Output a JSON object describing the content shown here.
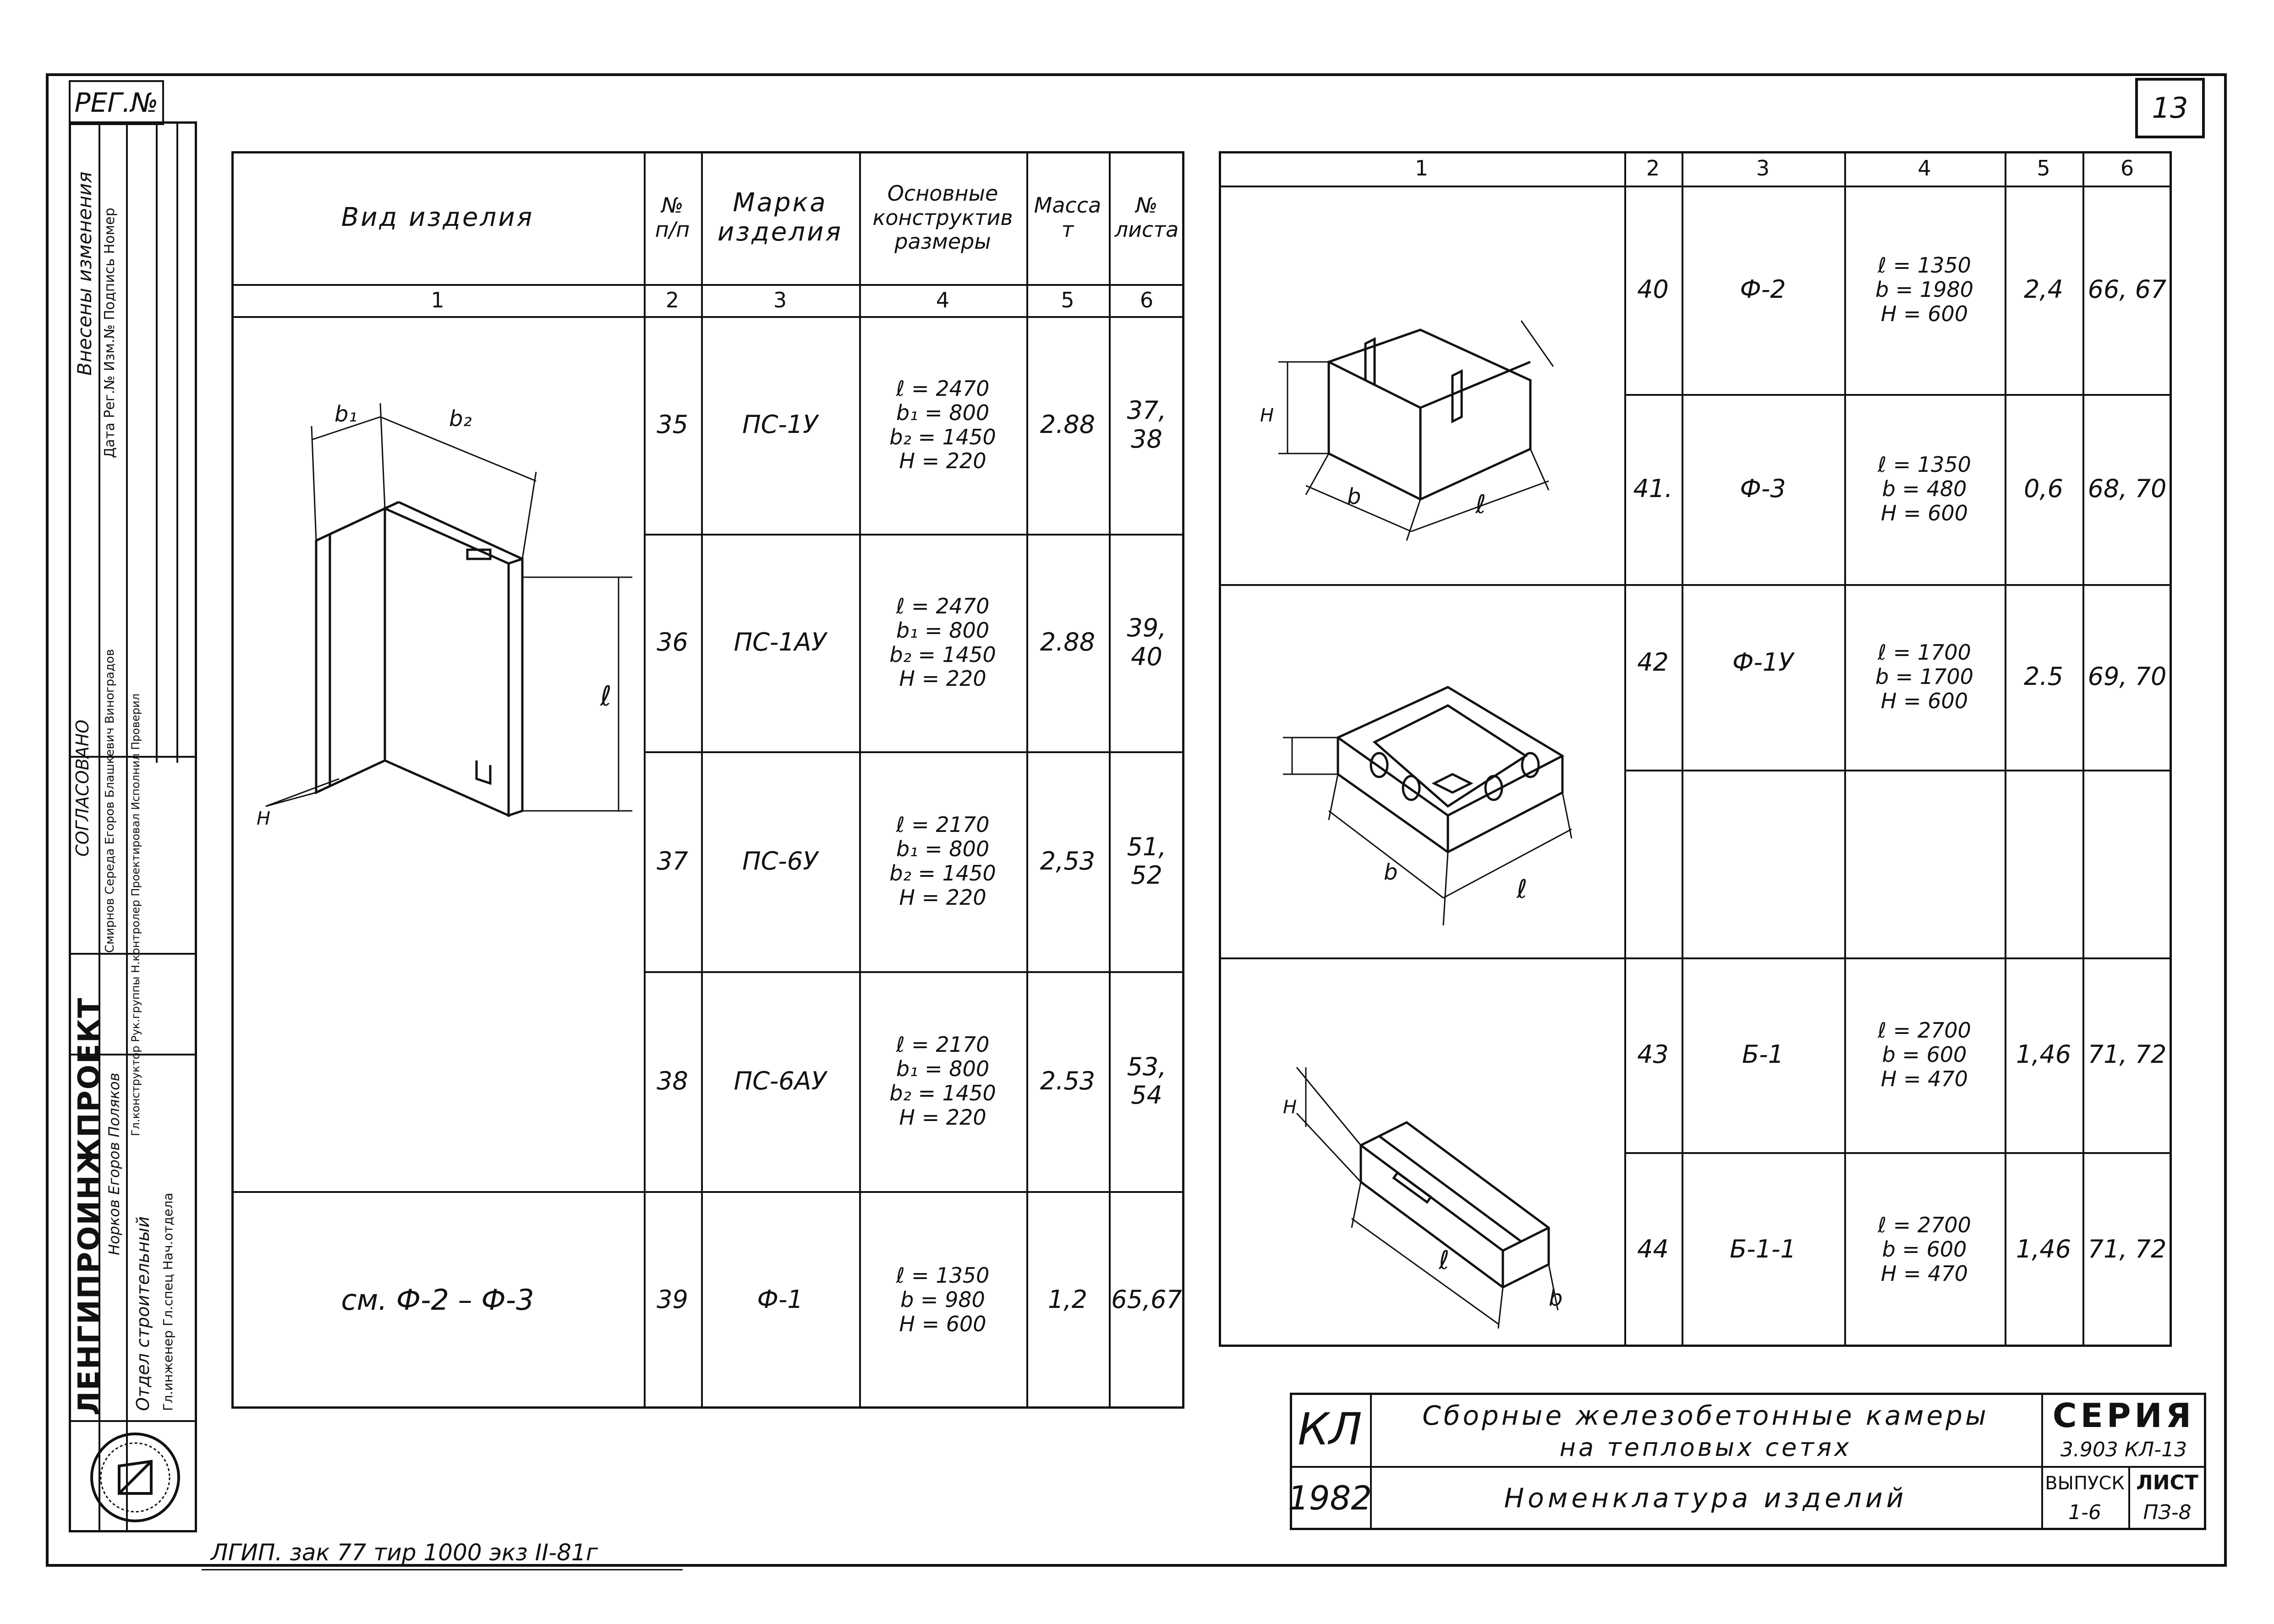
{
  "header": {
    "reg_label": "РЕГ.№",
    "page_number": "13"
  },
  "left_table": {
    "headers": [
      "Вид изделия",
      "№\nп/п",
      "Марка\nизделия",
      "Основные\nконструктив\nразмеры",
      "Масса\nт",
      "№\nлиста"
    ],
    "column_numbers": [
      "1",
      "2",
      "3",
      "4",
      "5",
      "6"
    ],
    "rows": [
      {
        "num": "35",
        "mark": "ПС-1У",
        "dims": "ℓ = 2470\nb₁ = 800\nb₂ = 1450\nH = 220",
        "mass": "2.88",
        "sheets": "37, 38"
      },
      {
        "num": "36",
        "mark": "ПС-1АУ",
        "dims": "ℓ = 2470\nb₁ = 800\nb₂ = 1450\nH = 220",
        "mass": "2.88",
        "sheets": "39, 40"
      },
      {
        "num": "37",
        "mark": "ПС-6У",
        "dims": "ℓ = 2170\nb₁ = 800\nb₂ = 1450\nH = 220",
        "mass": "2,53",
        "sheets": "51, 52"
      },
      {
        "num": "38",
        "mark": "ПС-6АУ",
        "dims": "ℓ = 2170\nb₁ = 800\nb₂ = 1450\nH = 220",
        "mass": "2.53",
        "sheets": "53, 54"
      },
      {
        "num": "39",
        "mark": "Ф-1",
        "dims": "ℓ = 1350\nb = 980\nH = 600",
        "mass": "1,2",
        "sheets": "65,67"
      }
    ],
    "note_row39": "см. Ф-2 – Ф-3",
    "drawing_labels": {
      "b1": "b₁",
      "b2": "b₂",
      "l": "ℓ",
      "h": "H"
    }
  },
  "right_table": {
    "column_numbers": [
      "1",
      "2",
      "3",
      "4",
      "5",
      "6"
    ],
    "rows": [
      {
        "num": "40",
        "mark": "Ф-2",
        "dims": "ℓ = 1350\nb = 1980\nH = 600",
        "mass": "2,4",
        "sheets": "66, 67"
      },
      {
        "num": "41.",
        "mark": "Ф-3",
        "dims": "ℓ = 1350\nb = 480\nH = 600",
        "mass": "0,6",
        "sheets": "68, 70"
      },
      {
        "num": "42",
        "mark": "Ф-1У",
        "dims": "ℓ = 1700\nb = 1700\nH = 600",
        "mass": "2.5",
        "sheets": "69, 70"
      },
      {
        "num": "43",
        "mark": "Б-1",
        "dims": "ℓ = 2700\nb = 600\nH = 470",
        "mass": "1,46",
        "sheets": "71, 72"
      },
      {
        "num": "44",
        "mark": "Б-1-1",
        "dims": "ℓ = 2700\nb = 600\nH = 470",
        "mass": "1,46",
        "sheets": "71, 72"
      }
    ],
    "drawing_labels": {
      "l": "ℓ",
      "b": "b",
      "h": "H"
    }
  },
  "title_block": {
    "code": "КЛ",
    "year": "1982",
    "title_line1": "Сборные железобетонные камеры",
    "title_line2": "на тепловых сетях",
    "subtitle": "Номенклатура изделий",
    "series_label": "СЕРИЯ",
    "series_value": "3.903 КЛ-13",
    "issue_label": "ВЫПУСК",
    "issue_value": "1-6",
    "sheet_label": "ЛИСТ",
    "sheet_value": "ПЗ-8"
  },
  "side_stamp": {
    "changes": "Внесены изменения",
    "change_cols": "Дата  Рег.№  Изм.№  Подпись  Номер",
    "agreed": "СОГЛАСОВАНО",
    "names": "Смирнов  Середа  Егоров  Блашкевич  Виноградов",
    "roles": "Гл.конструктор  Рук.группы  Н.контролер  Проектировал  Исполнил  Проверил",
    "org": "ЛЕНГИПРОИНЖПРОЕКТ",
    "staff": "Норков  Егоров  Поляков",
    "dept": "Отдел строительный",
    "positions": "Гл.инженер  Гл.спец  Нач.отдела"
  },
  "footer_note": "ЛГИП. зак 77 тир 1000 экз  II-81г"
}
